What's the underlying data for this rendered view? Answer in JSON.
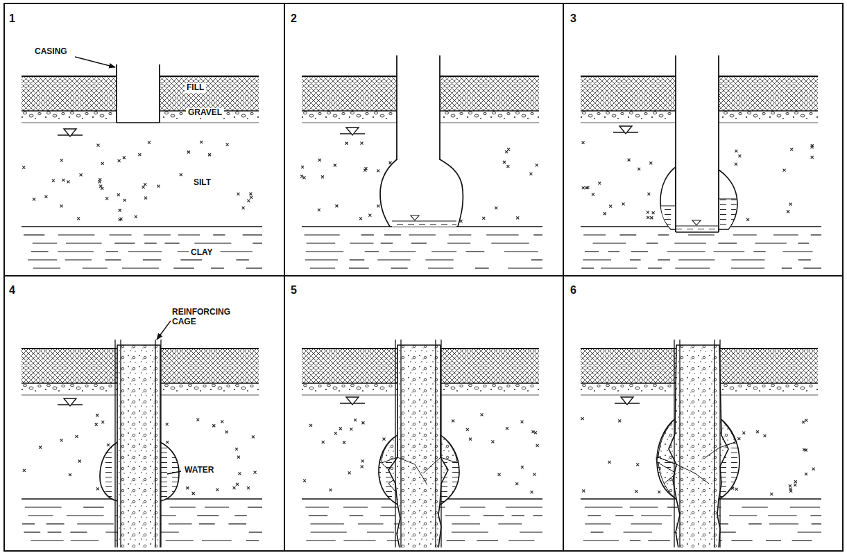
{
  "diagram": {
    "labels": [
      "1",
      "2",
      "3",
      "4",
      "5",
      "6",
      "CASING",
      "FILL",
      "GRAVEL",
      "SILT",
      "CLAY",
      "REINFORCING CAGE",
      "WATER"
    ]
  }
}
